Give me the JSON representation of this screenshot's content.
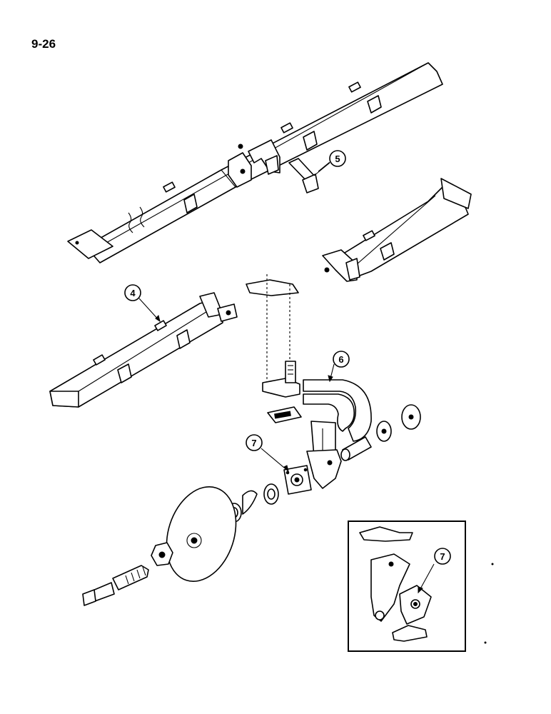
{
  "page": {
    "number": "9-26"
  },
  "callouts": [
    {
      "id": "4",
      "label": "4"
    },
    {
      "id": "5",
      "label": "5"
    },
    {
      "id": "6",
      "label": "6"
    },
    {
      "id": "7",
      "label": "7"
    },
    {
      "id": "7b",
      "label": "7"
    }
  ],
  "colors": {
    "ink": "#000000",
    "paper": "#ffffff"
  }
}
